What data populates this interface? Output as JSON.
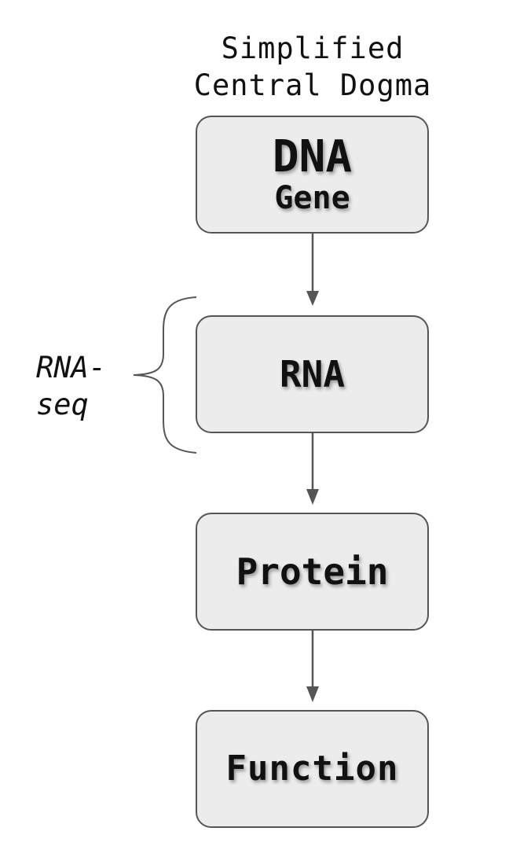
{
  "diagram": {
    "title_lines": [
      "Simplified",
      "Central Dogma"
    ],
    "nodes": [
      {
        "id": "dna",
        "label": "DNA",
        "sublabel": "Gene"
      },
      {
        "id": "rna",
        "label": "RNA"
      },
      {
        "id": "protein",
        "label": "Protein"
      },
      {
        "id": "function",
        "label": "Function"
      }
    ],
    "edges": [
      {
        "from": "dna",
        "to": "rna"
      },
      {
        "from": "rna",
        "to": "protein"
      },
      {
        "from": "protein",
        "to": "function"
      }
    ],
    "annotation": {
      "lines": [
        "RNA-",
        "seq"
      ],
      "target": "rna",
      "style": "brace"
    },
    "colors": {
      "box_fill": "#ececec",
      "box_border": "#555555",
      "arrow": "#555555",
      "text": "#111111"
    }
  }
}
